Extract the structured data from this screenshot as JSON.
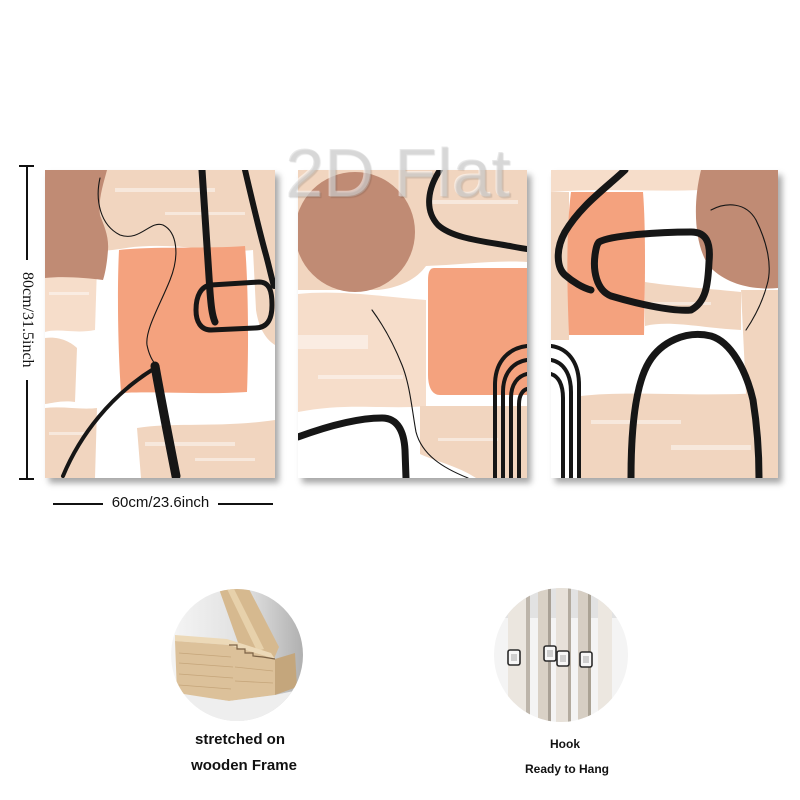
{
  "watermark": "2D Flat",
  "dimensions": {
    "height_label": "80cm/31.5inch",
    "width_label": "60cm/23.6inch"
  },
  "features": [
    {
      "lines": [
        "stretched on",
        "wooden Frame"
      ]
    },
    {
      "lines": [
        "Hook",
        "Ready to Hang"
      ]
    }
  ],
  "palette": {
    "background": "#ffffff",
    "beige": "#f1d5bf",
    "beige_light": "#f6ddca",
    "peach": "#f4a27e",
    "brown": "#c08b74",
    "line": "#161616",
    "wood": "#dcc19a",
    "dimension_ink": "#111111"
  }
}
